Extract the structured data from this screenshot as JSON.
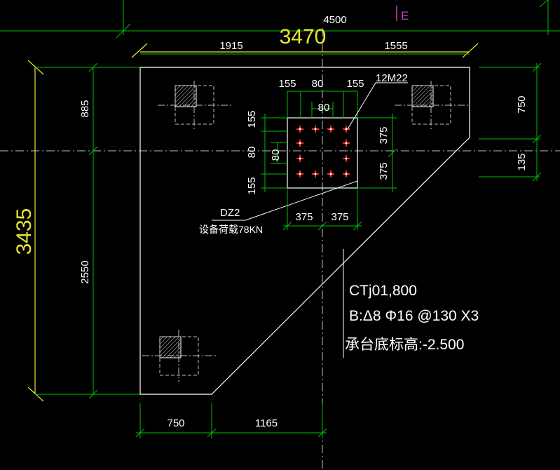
{
  "grid_label": "E",
  "top_total": "4500",
  "overall_width": "3470",
  "overall_height": "3435",
  "top_dims": [
    "1915",
    "1555"
  ],
  "left_dims": [
    "885",
    "2550"
  ],
  "right_dims": [
    "750",
    "135"
  ],
  "bottom_dims": [
    "750",
    "1165"
  ],
  "column": {
    "top_dims": [
      "155",
      "80",
      "155"
    ],
    "top_inner": "80",
    "left_dims": [
      "155",
      "80",
      "155"
    ],
    "left_inner": "80",
    "right_dims": [
      "375",
      "375"
    ],
    "bottom_dims": [
      "375",
      "375"
    ],
    "bolt_label": "12M22",
    "name": "DZ2",
    "load_label": "设备荷载78KN"
  },
  "cap": {
    "line1": "CTj01,800",
    "line2": "B:Δ8 Φ16 @130 X3",
    "line3": "承台底标高:-2.500"
  },
  "colors": {
    "outline": "#ffffff",
    "dimension": "#00c000",
    "overall": "#e6e632",
    "bolt": "#ff2020",
    "grid_label": "#c040c0"
  }
}
